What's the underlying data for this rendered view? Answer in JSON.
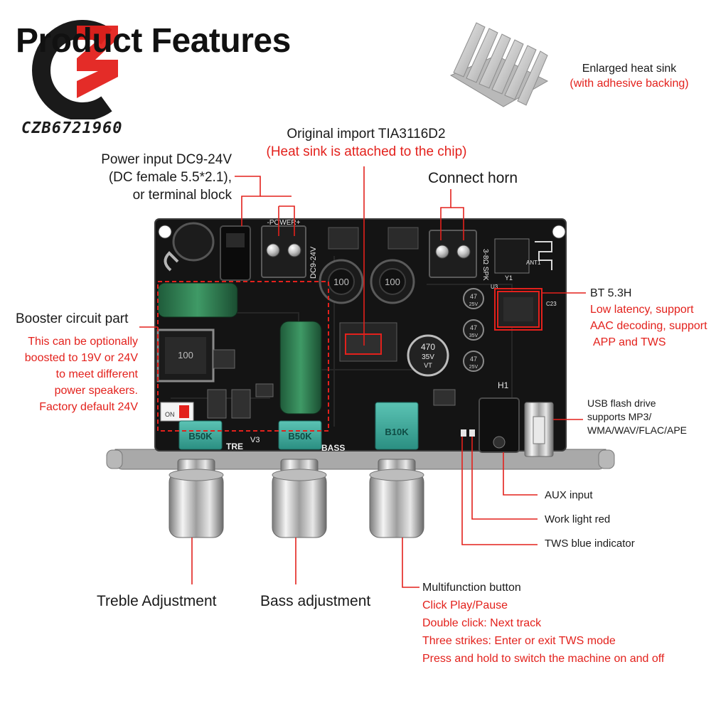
{
  "page_title": "Product Features",
  "watermark": "CZB6721960",
  "heat_sink": {
    "line1": "Enlarged heat sink",
    "line2": "(with adhesive backing)"
  },
  "chip": {
    "line1": "Original import TIA3116D2",
    "line2": "(Heat sink is attached to the chip)"
  },
  "power_input": {
    "line1": "Power input DC9-24V",
    "line2": "(DC female 5.5*2.1),",
    "line3": "or terminal block"
  },
  "connect_horn": "Connect horn",
  "booster": {
    "heading": "Booster circuit part",
    "lines": [
      "This can be optionally",
      "boosted to 19V or 24V",
      "to meet different",
      "power speakers.",
      "Factory default 24V"
    ]
  },
  "bluetooth": {
    "heading": "BT 5.3H",
    "lines": [
      "Low latency, support",
      "AAC decoding, support",
      "APP and TWS"
    ]
  },
  "usb": {
    "lines": [
      "USB flash drive",
      "supports MP3/",
      "WMA/WAV/FLAC/APE"
    ]
  },
  "aux_input": "AUX input",
  "work_light": "Work light red",
  "tws_indicator": "TWS blue indicator",
  "treble": "Treble Adjustment",
  "bass": "Bass adjustment",
  "multifunction": {
    "heading": "Multifunction button",
    "lines": [
      "Click Play/Pause",
      "Double click: Next track",
      "Three strikes: Enter or exit TWS mode",
      "Press and hold to switch the machine on and off"
    ]
  },
  "board_silkscreen": {
    "tre": "TRE",
    "bass": "BASS",
    "v3": "V3",
    "power": "-POWER+",
    "dc": "DC9-24V",
    "spk": "3-8Ω SPK",
    "pot_tre": "B50K",
    "pot_bass": "B50K",
    "pot_multi": "B10K",
    "inductor": "100",
    "cap_big": "470",
    "cap_big_v": "35V",
    "cap_big_vt": "VT",
    "cap_small": "47",
    "cap_small_v": "25V",
    "cap_small_v2": "35V",
    "h1": "H1",
    "ant": "ANT1",
    "y1": "Y1",
    "u3": "U3",
    "c23": "C23",
    "on": "ON"
  },
  "colors": {
    "accent_red": "#e3211c",
    "board": "#141414",
    "knob_chrome": "#c9c9c9",
    "pot_teal": "#3aa89a"
  }
}
